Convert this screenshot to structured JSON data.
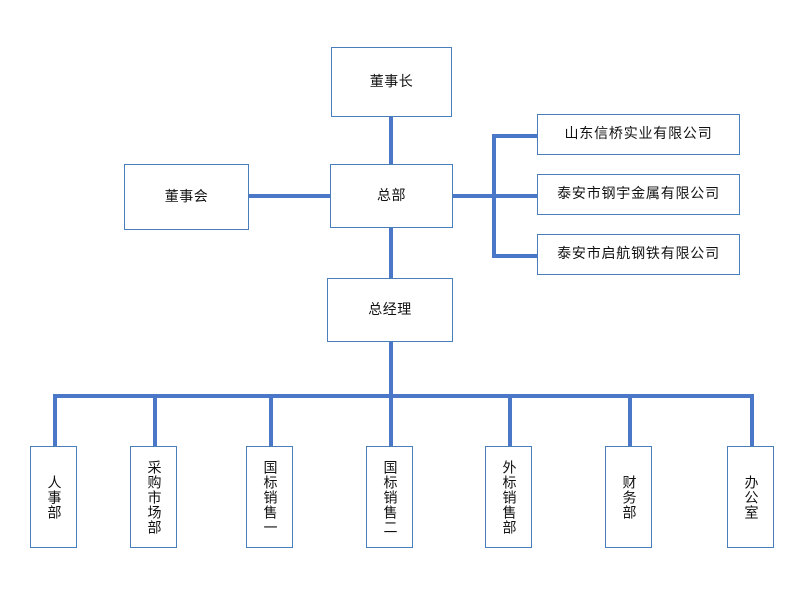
{
  "chart": {
    "title_text": "",
    "colors": {
      "box_border": "#4a7ebb",
      "connector": "#4a77c8",
      "background": "#ffffff",
      "text": "#111111"
    },
    "nodes": {
      "chairman": {
        "label": "董事长"
      },
      "board": {
        "label": "董事会"
      },
      "headquarters": {
        "label": "总部"
      },
      "general_manager": {
        "label": "总经理"
      }
    },
    "subsidiaries": [
      {
        "label": "山东信桥实业有限公司"
      },
      {
        "label": "泰安市钢宇金属有限公司"
      },
      {
        "label": "泰安市启航钢铁有限公司"
      }
    ],
    "departments": [
      {
        "label": "人事部"
      },
      {
        "label": "采购市场部"
      },
      {
        "label": "国标销售一"
      },
      {
        "label": "国标销售二"
      },
      {
        "label": "外标销售部"
      },
      {
        "label": "财务部"
      },
      {
        "label": "办公室"
      }
    ]
  }
}
